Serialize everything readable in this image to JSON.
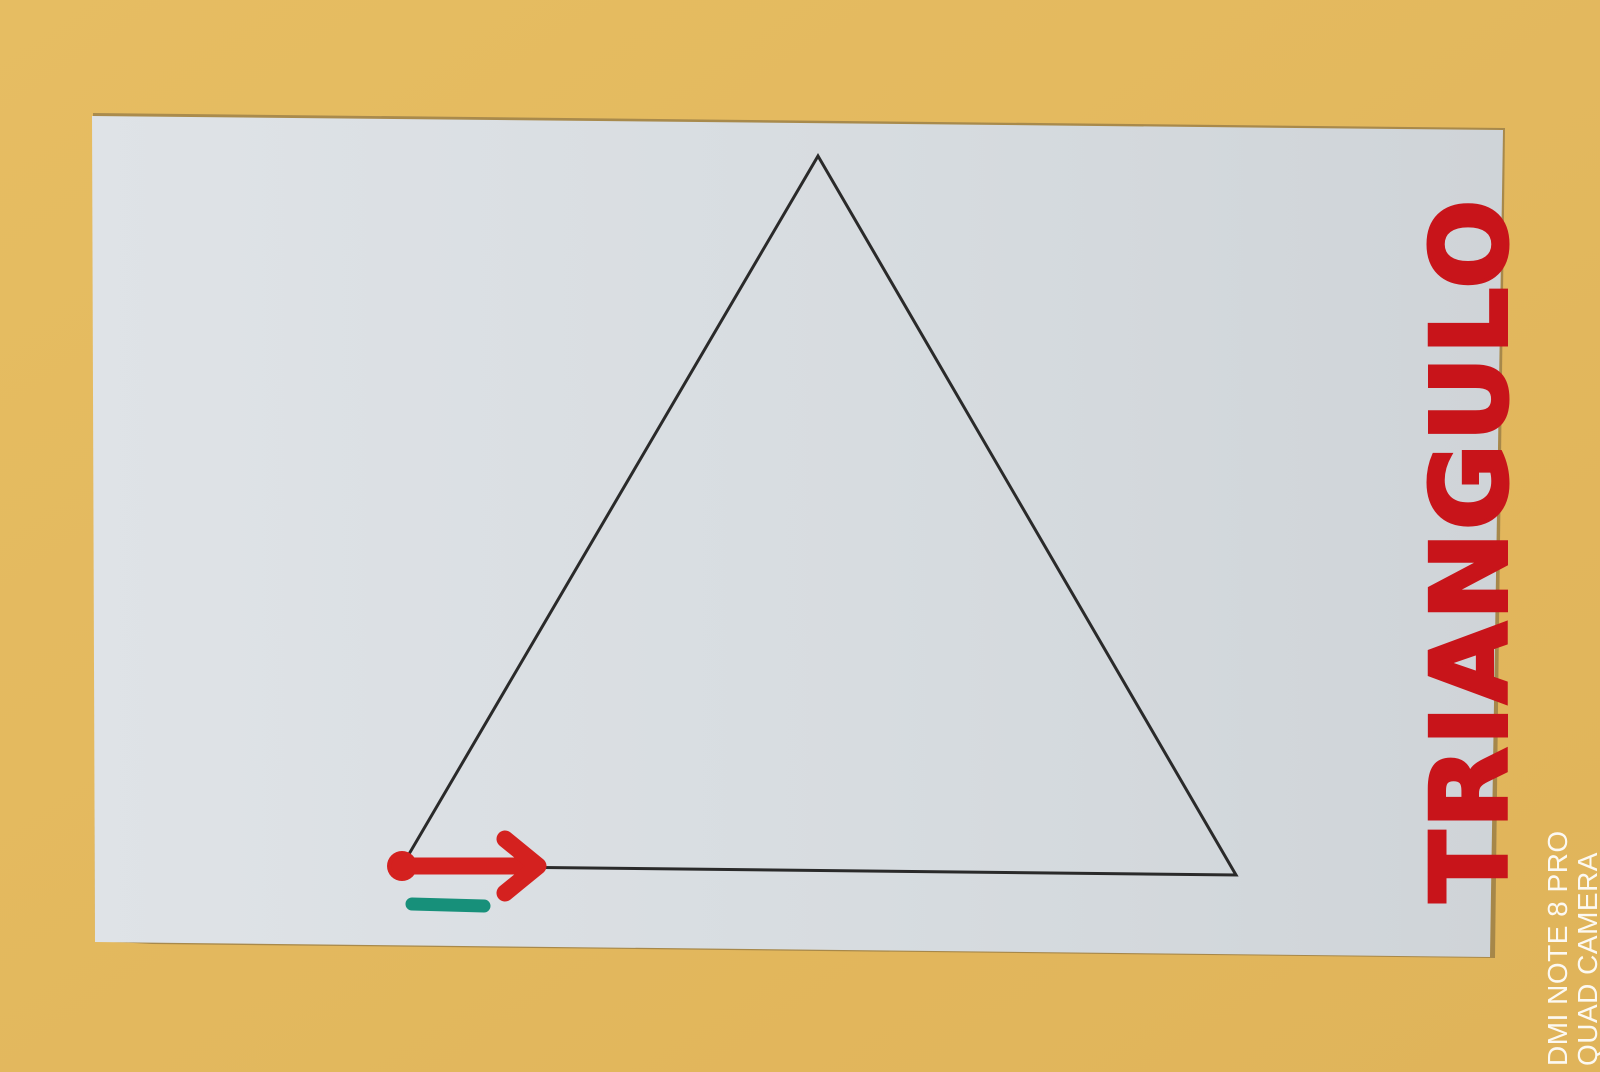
{
  "card": {
    "title": "TRIANGULO"
  },
  "watermark": {
    "line1": "DMI NOTE 8 PRO",
    "line2": "QUAD CAMERA"
  },
  "colors": {
    "background": "#e3b95e",
    "paper": "#d8dde1",
    "outline": "#2a2a2a",
    "title_marker": "#c8141a",
    "arrow_marker": "#d4211f",
    "underline_marker": "#17907a",
    "watermark": "#ffffff"
  }
}
